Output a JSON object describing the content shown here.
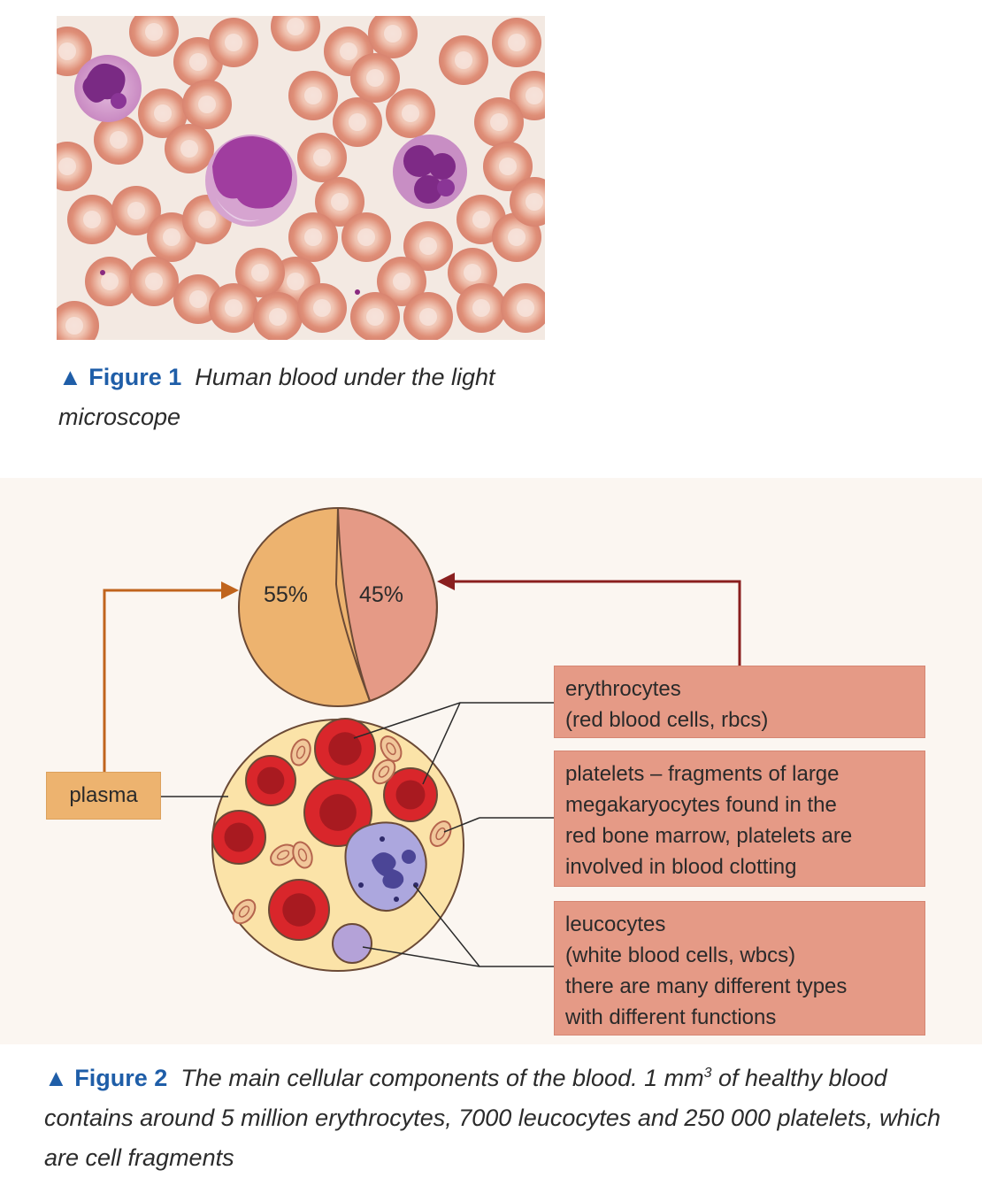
{
  "figure1": {
    "label": "Figure 1",
    "caption": "Human blood under the light microscope"
  },
  "figure2": {
    "label": "Figure 2",
    "caption_part1": "The main cellular components of the blood. 1 mm",
    "caption_sup": "3",
    "caption_part2": " of healthy blood contains around 5 million erythrocytes, 7000 leucocytes and 250 000 platelets, which are cell fragments",
    "pie": {
      "plasma_percent": "55%",
      "cells_percent": "45%"
    },
    "labels": {
      "plasma": "plasma",
      "erythrocytes_line1": "erythrocytes",
      "erythrocytes_line2": "(red blood cells, rbcs)",
      "platelets_line1": "platelets – fragments of large",
      "platelets_line2": "megakaryocytes found in the",
      "platelets_line3": "red bone marrow, platelets are",
      "platelets_line4": "involved in blood clotting",
      "leucocytes_line1": "leucocytes",
      "leucocytes_line2": "(white blood cells, wbcs)",
      "leucocytes_line3": "there are many different types",
      "leucocytes_line4": "with different functions"
    },
    "colors": {
      "plasma": "#edb36f",
      "cells": "#e59a86",
      "arrow_plasma": "#c0641d",
      "arrow_cells": "#8a1f1f",
      "caption_accent": "#1f5ea8"
    }
  }
}
